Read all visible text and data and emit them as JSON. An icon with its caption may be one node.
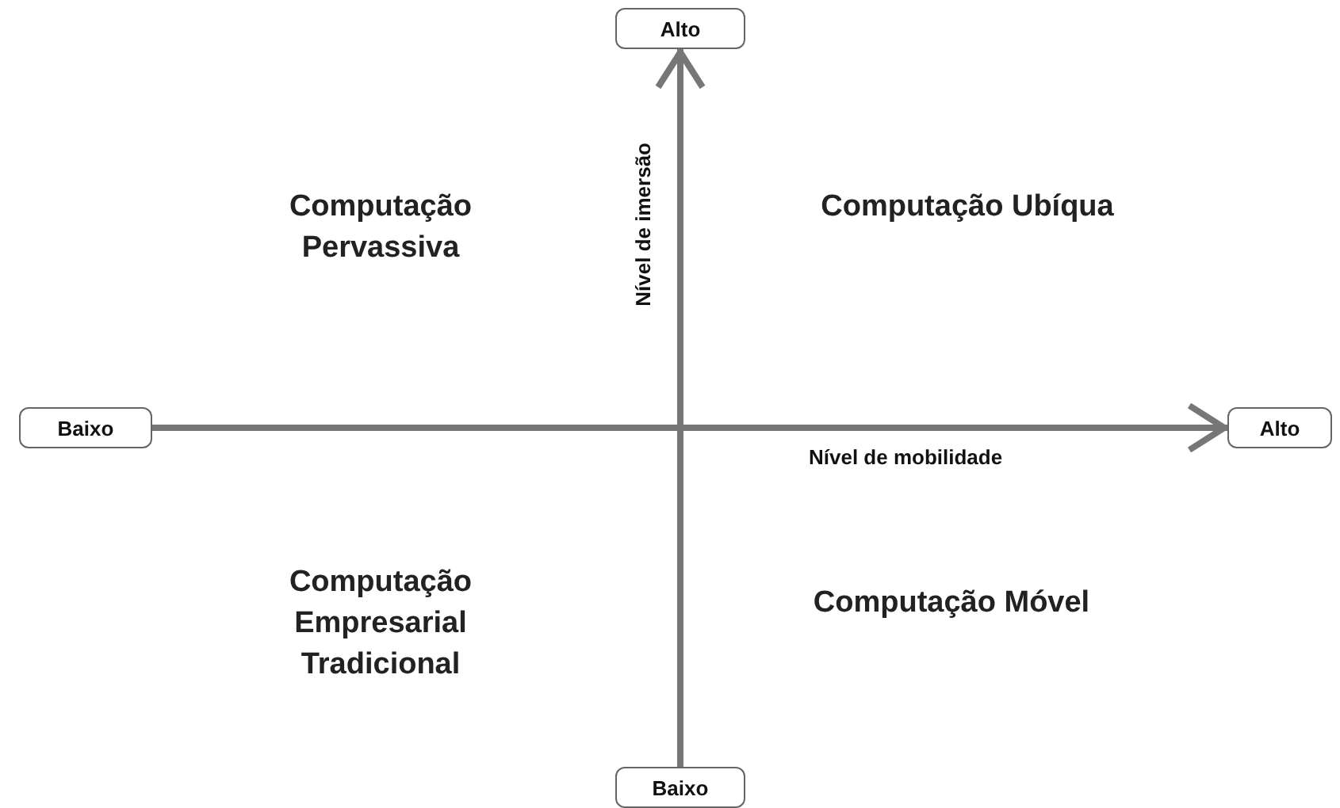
{
  "diagram": {
    "nodes": [
      {
        "text": [
          "Alto"
        ]
      },
      {
        "text": [
          "Baixo"
        ]
      },
      {
        "text": [
          "Alto"
        ]
      },
      {
        "text": [
          "Baixo"
        ]
      }
    ],
    "edges": [
      {
        "from": 3,
        "to": 0,
        "arrow": "to",
        "label": "Nível de imersão"
      },
      {
        "from": 1,
        "to": 2,
        "arrow": "to",
        "label": "Nível de mobilidade"
      }
    ],
    "labels": [
      "Computação Pervassiva",
      "Computação Ubíqua",
      "Computação Empresarial Tradicional",
      "Computação Móvel"
    ]
  }
}
